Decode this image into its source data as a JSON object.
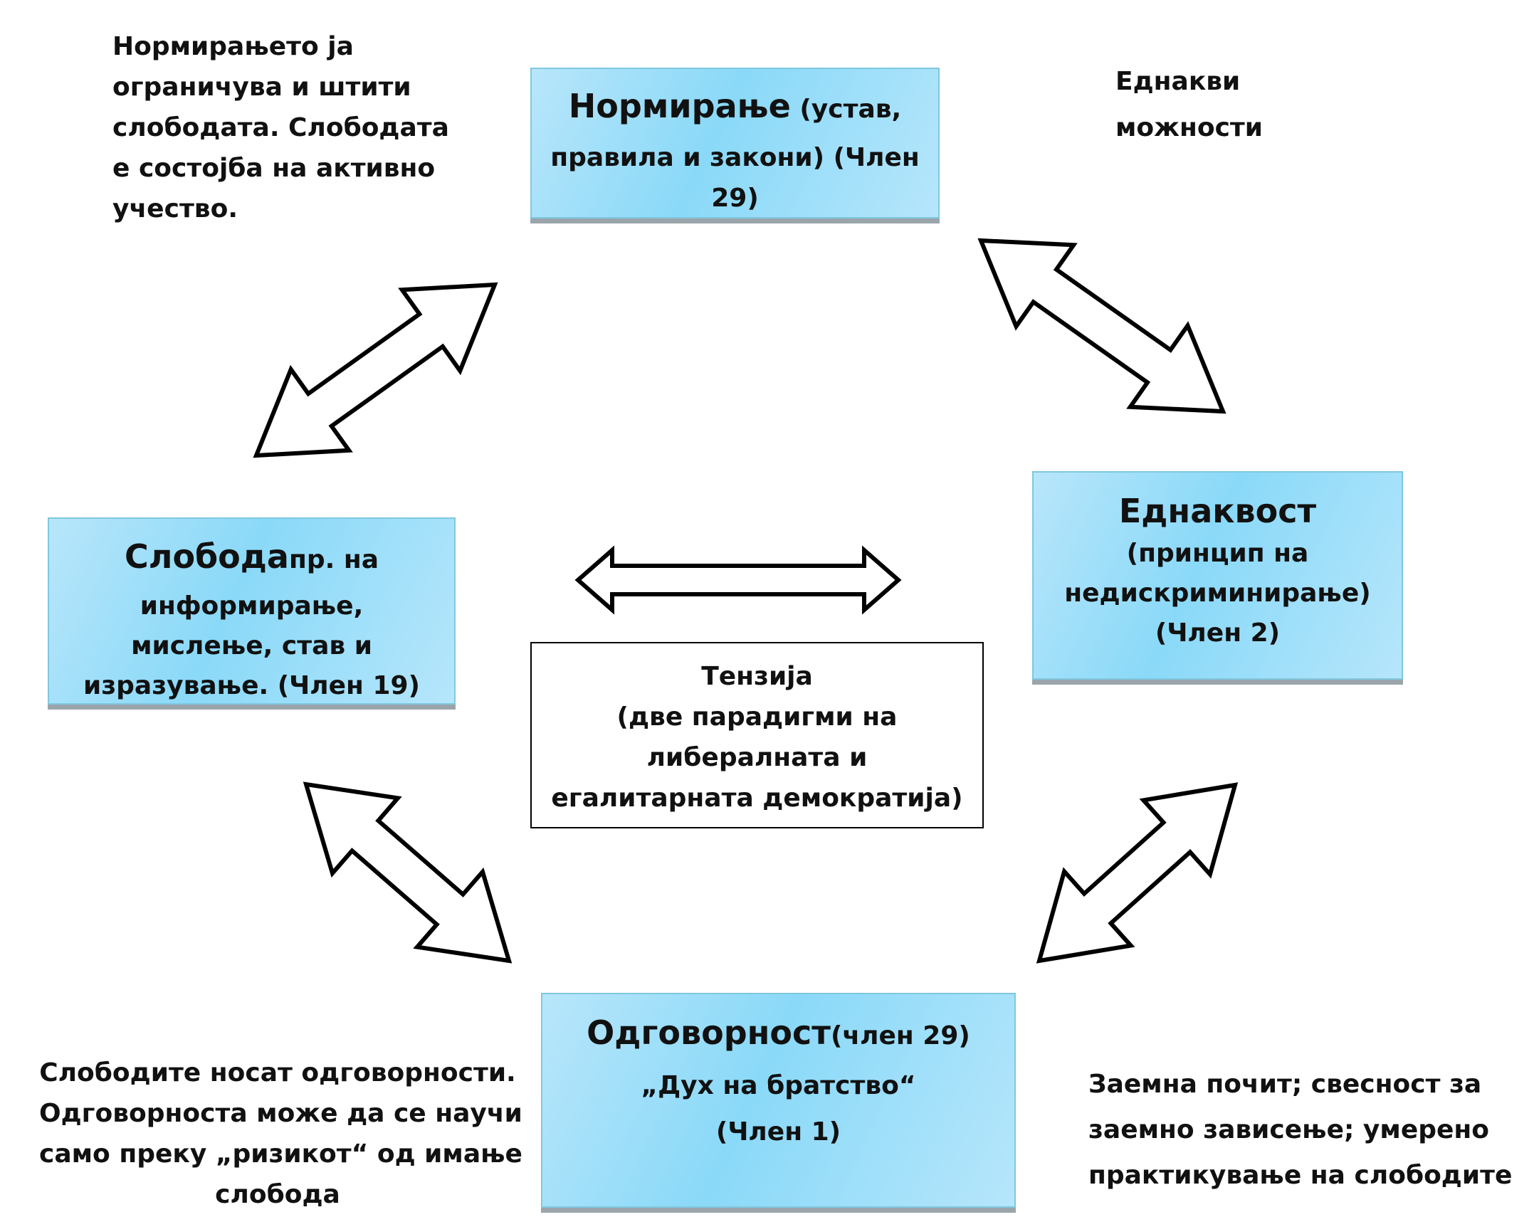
{
  "notes": {
    "top_left": [
      "Нормирањето ја",
      "ограничува и штити",
      "слободата. Слободата",
      "е состојба на активно",
      "учество."
    ],
    "top_right": [
      "Еднакви",
      "можности"
    ],
    "bottom_left": [
      "Слободите носат одговорности.",
      "Одговорноста може да се научи",
      "само преку „ризикот“ од имање",
      "слобода"
    ],
    "bottom_right": [
      "Заемна почит; свесност за",
      "заемно зависење; умерено",
      "практикување на слободите"
    ]
  },
  "boxes": {
    "normiranje": {
      "title": "Нормирање",
      "l1_rest": " (устав,",
      "l2": "правила и закони) (Член",
      "l3": "29)"
    },
    "sloboda": {
      "title": "Слобода",
      "l1_rest": "пр. на",
      "l2": "информирање,",
      "l3": "мислење, став и",
      "l4": "изразување. (Член 19)"
    },
    "ednakvost": {
      "title": "Еднаквост",
      "l2": "(принцип на",
      "l3": "недискриминирање)",
      "l4": "(Член 2)"
    },
    "odgovornost": {
      "title": "Одговорност",
      "l1_rest": "(член 29)",
      "l2": "„Дух на братство“",
      "l3": "(Член 1)"
    }
  },
  "tension": [
    "Тензија",
    "(две парадигми на",
    "либералната и",
    "егалитарната демократија)"
  ],
  "colors": {
    "box_fill": "#8ad9f8",
    "box_border": "#7fc8e0",
    "box_shadow": "#9aa5ab",
    "arrow_stroke": "#000000",
    "arrow_fill": "#ffffff"
  }
}
